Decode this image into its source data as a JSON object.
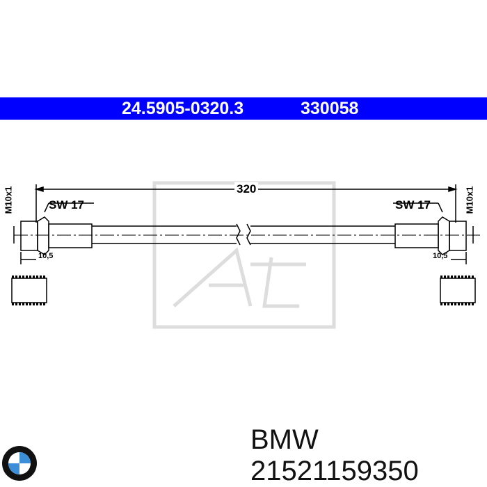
{
  "header": {
    "part_number": "24.5905-0320.3",
    "code": "330058",
    "banner_color": "#0000ff"
  },
  "drawing": {
    "length": "320",
    "left": {
      "wrench_size": "SW 17",
      "thread": "M10x1",
      "dim": "10,5"
    },
    "right": {
      "wrench_size": "SW 17",
      "thread": "M10x1",
      "dim": "10,5"
    },
    "watermark": "Ate"
  },
  "footer": {
    "brand_logo": "BMW",
    "text": "BMW 21521159350"
  }
}
